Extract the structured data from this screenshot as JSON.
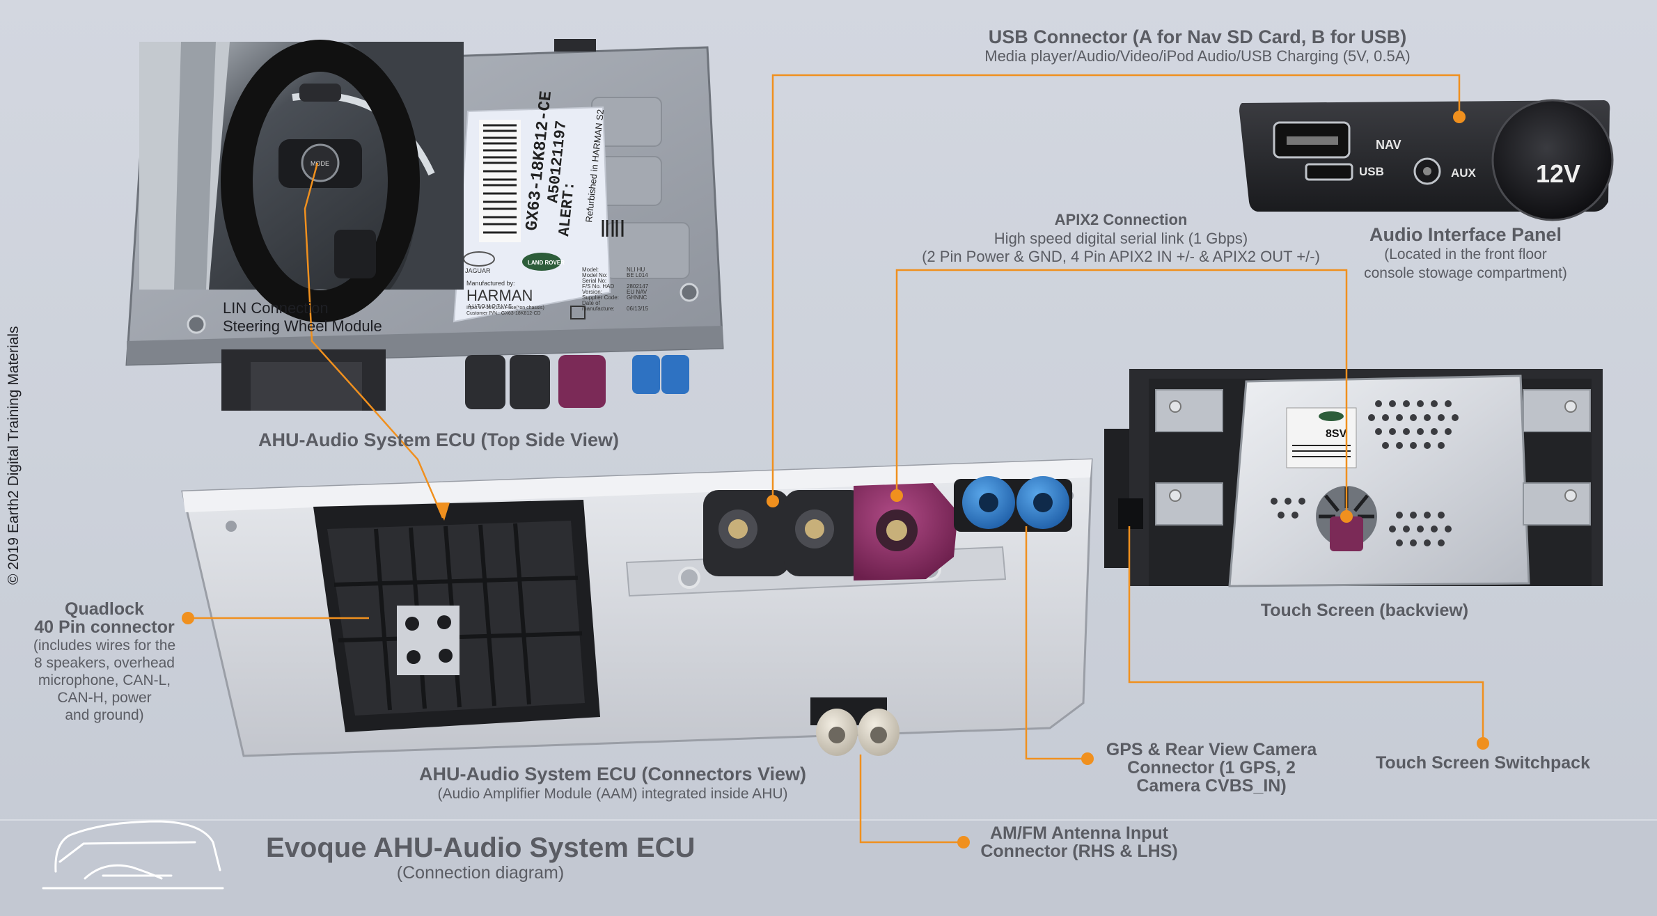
{
  "copyright": "© 2019 Earth2 Digital Training Materials",
  "title": "Evoque AHU-Audio System ECU",
  "subtitle": "(Connection diagram)",
  "accent_color": "#f0901e",
  "panel_labels": {
    "top_view": "AHU-Audio System ECU (Top Side View)",
    "connectors_view_title": "AHU-Audio System ECU (Connectors View)",
    "connectors_view_sub": "(Audio Amplifier Module (AAM) integrated inside AHU)",
    "touch_screen": "Touch Screen (backview)",
    "audio_panel_title": "Audio Interface Panel",
    "audio_panel_sub1": "(Located in the front floor",
    "audio_panel_sub2": "console stowage compartment)"
  },
  "callouts": {
    "usb_title": "USB Connector (A for Nav SD Card, B for USB)",
    "usb_sub": "Media player/Audio/Video/iPod Audio/USB Charging (5V, 0.5A)",
    "apix_title": "APIX2 Connection",
    "apix_sub1": "High speed digital serial link (1 Gbps)",
    "apix_sub2": "(2 Pin Power & GND, 4 Pin APIX2 IN +/- & APIX2 OUT +/-)",
    "lin_line1": "LIN Connection",
    "lin_line2": "Steering Wheel Module",
    "quadlock_title1": "Quadlock",
    "quadlock_title2": "40 Pin connector",
    "quadlock_sub1": "(includes wires for the",
    "quadlock_sub2": "8 speakers, overhead",
    "quadlock_sub3": "microphone, CAN-L,",
    "quadlock_sub4": "CAN-H, power",
    "quadlock_sub5": "and ground)",
    "gps_line1": "GPS & Rear View Camera",
    "gps_line2": "Connector (1 GPS, 2",
    "gps_line3": "Camera CVBS_IN)",
    "switchpack": "Touch Screen Switchpack",
    "am_line1": "AM/FM Antenna Input",
    "am_line2": "Connector (RHS & LHS)"
  },
  "panel_text": {
    "nav": "NAV",
    "usb": "USB",
    "aux": "AUX",
    "power": "12V"
  },
  "ecu_label": {
    "part": "GX63-18K812-CE",
    "alert": "ALERT:",
    "serial": "A50121197",
    "refurb": "Refurbished in HARMAN S2",
    "brand": "HARMAN",
    "brand_sub": "A U T O M O T I V E",
    "manufactured_by": "Manufactured by:",
    "input": "Input 9V-16V,15A Fuse(*on chassis)",
    "customer_pn": "Customer P/N.:    GX63-18K812-CD",
    "jaguar": "JAGUAR",
    "land_rover": "LAND ROVER",
    "fields": [
      "Model:",
      "Model No:",
      "Serial No:",
      "F/S No. HAD",
      "Version:",
      "Supplier Code:",
      "Date of",
      "manufacture:"
    ],
    "values": [
      "NLI HU",
      "BE L014",
      "",
      "2802147",
      "EU NAV",
      "GHNNC",
      "",
      "06/13/15"
    ]
  },
  "screen_label": {
    "code": "8SV"
  },
  "wheel_button": "MODE"
}
